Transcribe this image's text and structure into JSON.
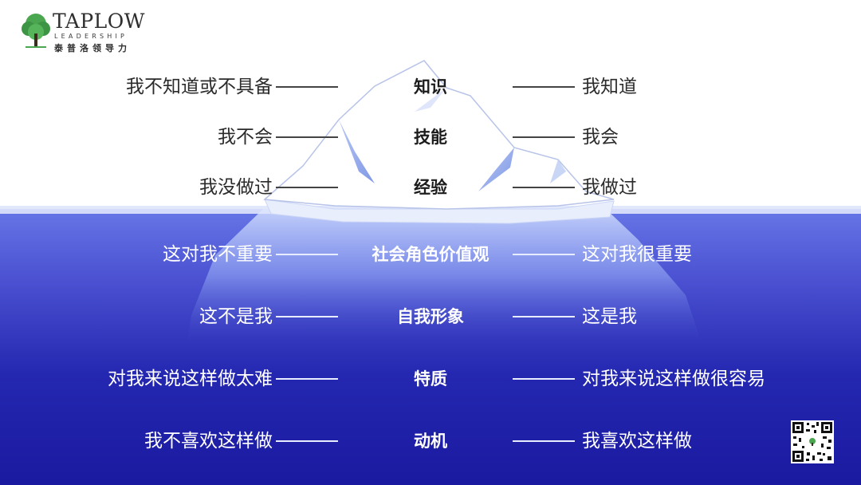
{
  "logo": {
    "wordmark": "TAPLOW",
    "subtitle": "LEADERSHIP",
    "chinese": "泰普洛领导力"
  },
  "rows_above": [
    {
      "left": "我不知道或不具备",
      "center": "知识",
      "right": "我知道"
    },
    {
      "left": "我不会",
      "center": "技能",
      "right": "我会"
    },
    {
      "left": "我没做过",
      "center": "经验",
      "right": "我做过"
    }
  ],
  "rows_below": [
    {
      "left": "这对我不重要",
      "center": "社会角色价值观",
      "right": "这对我很重要"
    },
    {
      "left": "这不是我",
      "center": "自我形象",
      "right": "这是我"
    },
    {
      "left": "对我来说这样做太难",
      "center": "特质",
      "right": "对我来说这样做很容易"
    },
    {
      "left": "我不喜欢这样做",
      "center": "动机",
      "right": "我喜欢这样做"
    }
  ],
  "colors": {
    "water_top": "#5f6fe0",
    "water_deep": "#1d1fa6",
    "ice": "#ffffff",
    "ice_shadow": "#9fb3ee"
  },
  "icons": [
    "tree-logo-icon",
    "qr-code-icon"
  ]
}
